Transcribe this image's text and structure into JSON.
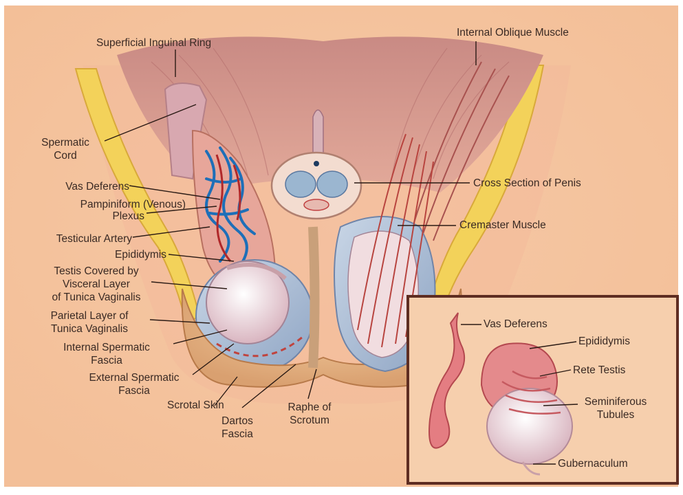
{
  "labels": {
    "superficial_inguinal_ring": "Superficial Inguinal Ring",
    "internal_oblique_muscle": "Internal Oblique Muscle",
    "spermatic_cord_1": "Spermatic",
    "spermatic_cord_2": "Cord",
    "vas_deferens": "Vas Deferens",
    "pampiniform_1": "Pampiniform (Venous)",
    "pampiniform_2": "Plexus",
    "testicular_artery": "Testicular Artery",
    "epididymis": "Epididymis",
    "testis_covered_1": "Testis Covered by",
    "testis_covered_2": "Visceral Layer",
    "testis_covered_3": "of Tunica Vaginalis",
    "parietal_layer_1": "Parietal Layer of",
    "parietal_layer_2": "Tunica Vaginalis",
    "internal_spermatic_1": "Internal Spermatic",
    "internal_spermatic_2": "Fascia",
    "external_spermatic_1": "External Spermatic",
    "external_spermatic_2": "Fascia",
    "scrotal_skin": "Scrotal Skin",
    "dartos_1": "Dartos",
    "dartos_2": "Fascia",
    "raphe_1": "Raphe of",
    "raphe_2": "Scrotum",
    "cross_section_penis": "Cross Section of Penis",
    "cremaster_muscle": "Cremaster Muscle"
  },
  "inset": {
    "vas_deferens": "Vas Deferens",
    "epididymis": "Epididymis",
    "rete_testis": "Rete Testis",
    "seminiferous_1": "Seminiferous",
    "seminiferous_2": "Tubules",
    "gubernaculum": "Gubernaculum"
  }
}
